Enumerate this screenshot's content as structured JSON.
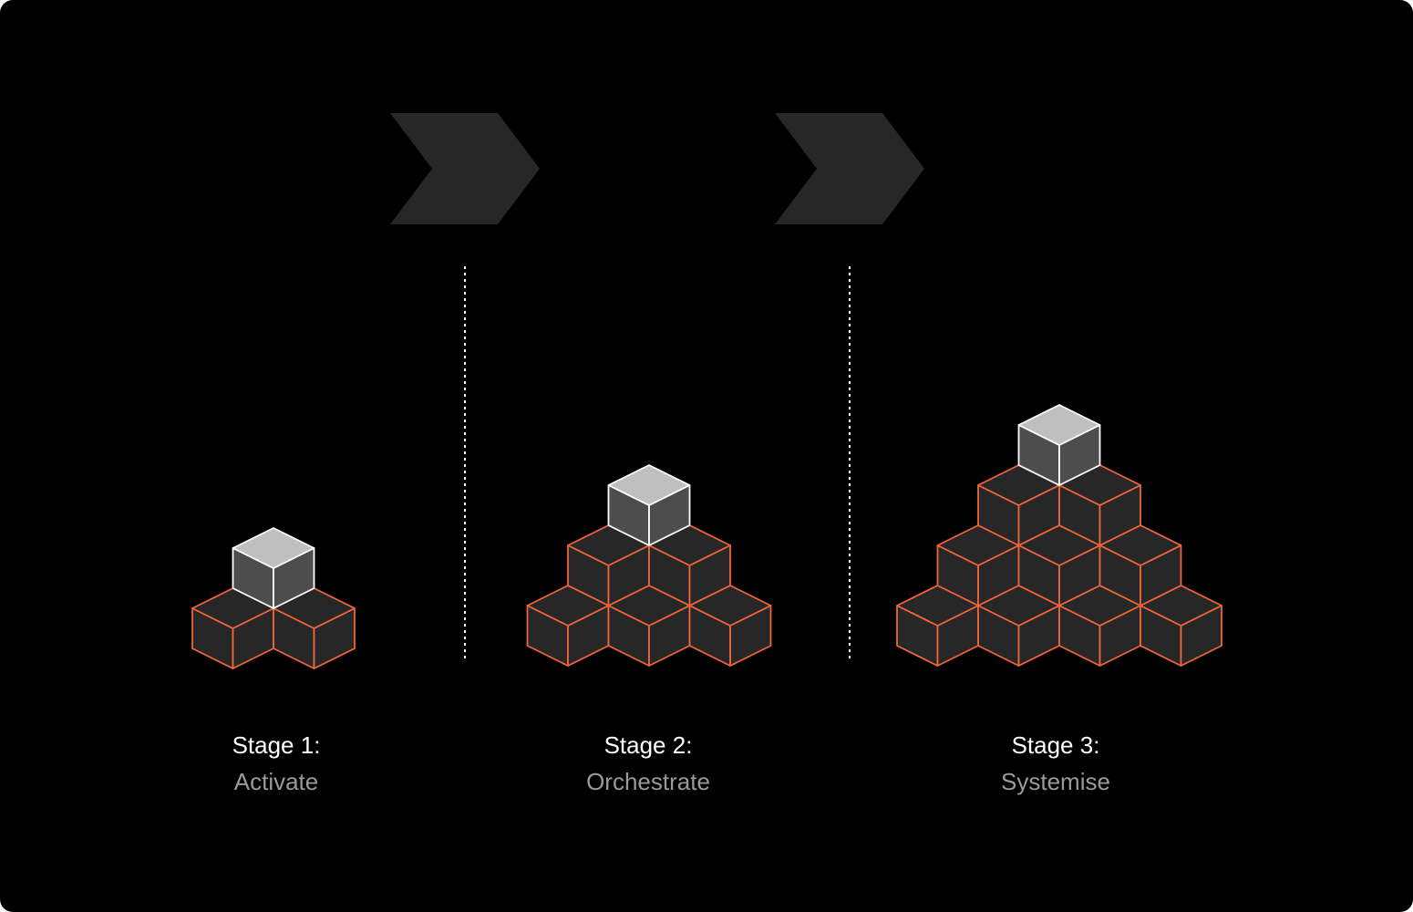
{
  "colors": {
    "background": "#000000",
    "arrow": "#272727",
    "cube_face": "#272727",
    "cube_outline": "#f0643a",
    "top_cube_top": "#bfbfbf",
    "top_cube_side": "#4d4d4d",
    "top_cube_outline": "#ffffff",
    "divider": "#ffffff",
    "stage_title": "#ffffff",
    "stage_name": "#9a9a9a"
  },
  "icons": {
    "arrow": "chevron-arrow-icon",
    "block": "cube-icon"
  },
  "stages": [
    {
      "title": "Stage 1:",
      "name": "Activate",
      "pyramid_rows": 2
    },
    {
      "title": "Stage 2:",
      "name": "Orchestrate",
      "pyramid_rows": 3
    },
    {
      "title": "Stage 3:",
      "name": "Systemise",
      "pyramid_rows": 4
    }
  ]
}
